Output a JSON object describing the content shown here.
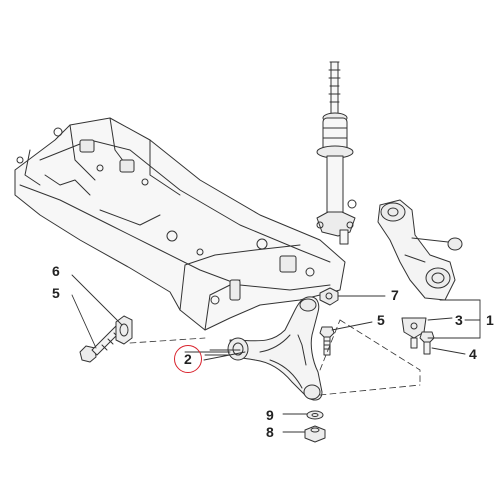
{
  "diagram": {
    "callouts": [
      {
        "id": "6a",
        "label": "6"
      },
      {
        "id": "5a",
        "label": "5"
      },
      {
        "id": "2",
        "label": "2",
        "highlighted": true
      },
      {
        "id": "9",
        "label": "9"
      },
      {
        "id": "8",
        "label": "8"
      },
      {
        "id": "7",
        "label": "7"
      },
      {
        "id": "5b",
        "label": "5"
      },
      {
        "id": "3",
        "label": "3"
      },
      {
        "id": "1",
        "label": "1"
      },
      {
        "id": "4",
        "label": "4"
      }
    ],
    "highlight_color": "#d9232d",
    "line_color": "#333333",
    "part_fill": "#ececec"
  }
}
